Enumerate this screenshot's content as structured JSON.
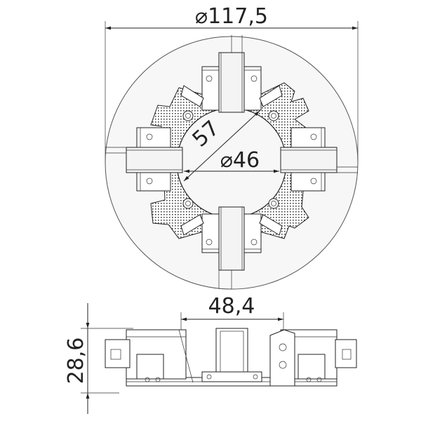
{
  "dimensions": {
    "outer_diameter": "⌀117,5",
    "chord": "57",
    "inner_diameter": "⌀46",
    "width": "48,4",
    "height": "28,6"
  },
  "colors": {
    "line": "#222222",
    "outer_circle_fill": "#f7f7f7",
    "pattern_dots": "#444444",
    "background": "#ffffff"
  }
}
